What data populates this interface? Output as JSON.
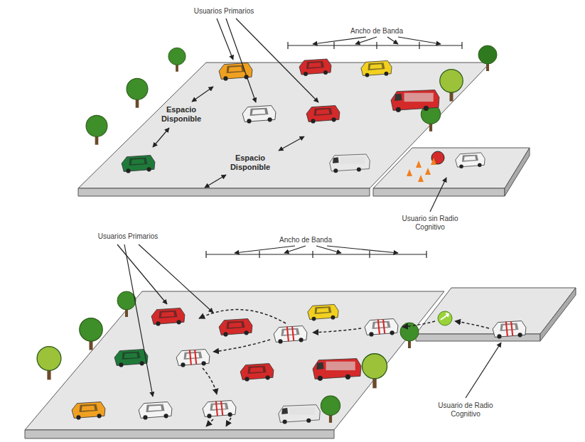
{
  "diagram": {
    "labels": [
      "Usuarios Primarios",
      "Ancho de Banda",
      "Espacio Disponible",
      "Espacio Disponible",
      "Usuario sin Radio Cognitivo",
      "Usuarios Primarios",
      "Ancho de Banda",
      "Usuario de Radio Cognitivo"
    ]
  }
}
